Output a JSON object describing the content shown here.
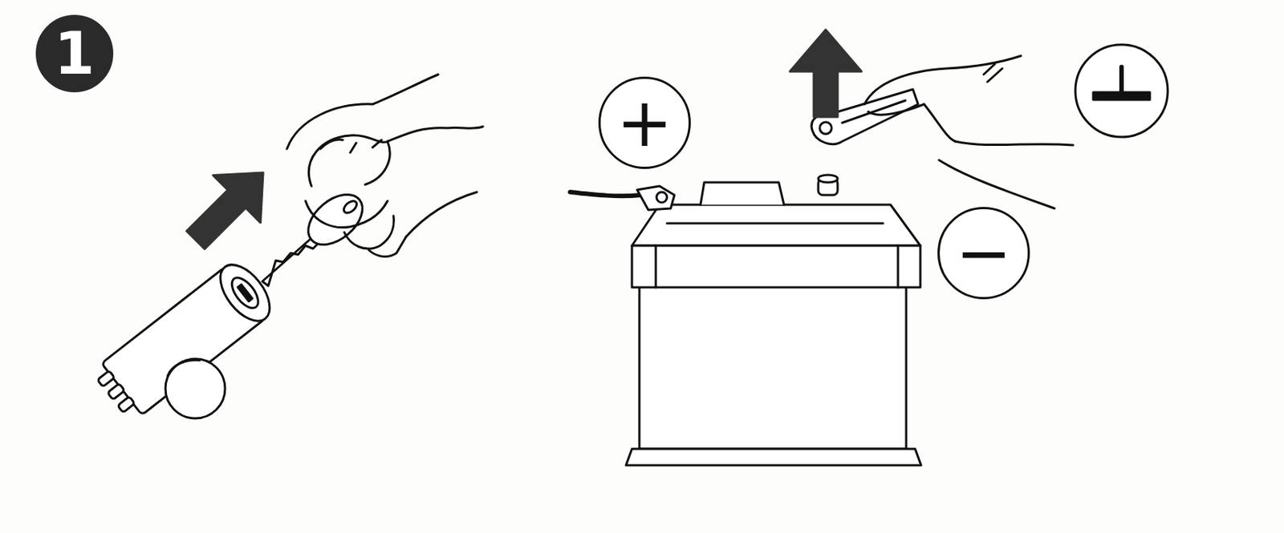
{
  "diagram": {
    "nodes": [
      {
        "text": [
          "1"
        ]
      },
      {
        "text": [
          "+"
        ]
      },
      {
        "text": [
          "−"
        ]
      }
    ]
  }
}
